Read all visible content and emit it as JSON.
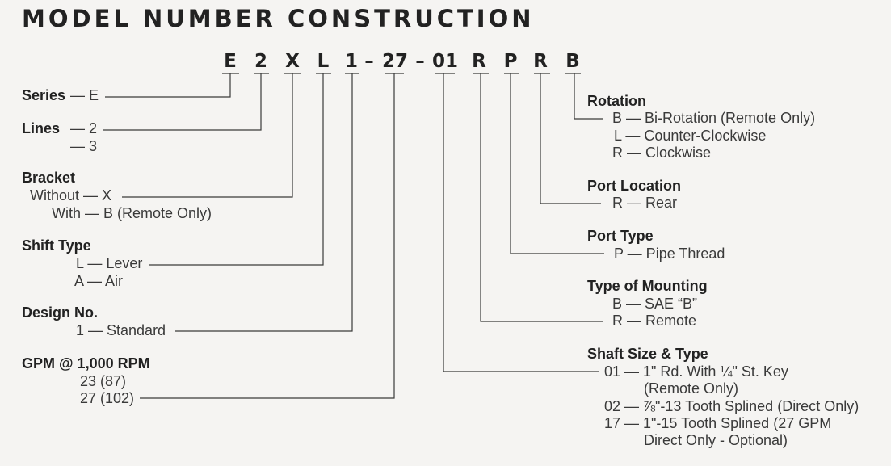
{
  "title": "MODEL NUMBER CONSTRUCTION",
  "codes": [
    "E",
    "2",
    "X",
    "L",
    "1",
    "–",
    "27",
    "–",
    "01",
    "R",
    "P",
    "R",
    "B"
  ],
  "left": {
    "series": {
      "heading": "Series",
      "items": [
        "— E"
      ]
    },
    "lines": {
      "heading": "Lines",
      "items": [
        "— 2",
        "— 3"
      ]
    },
    "bracket": {
      "heading": "Bracket",
      "items": [
        "Without — X",
        "With — B (Remote Only)"
      ]
    },
    "shift_type": {
      "heading": "Shift Type",
      "items": [
        "L — Lever",
        "A — Air"
      ]
    },
    "design_no": {
      "heading": "Design No.",
      "items": [
        "1 — Standard"
      ]
    },
    "gpm": {
      "heading": "GPM @ 1,000 RPM",
      "items": [
        "23 (87)",
        "27 (102)"
      ]
    }
  },
  "right": {
    "rotation": {
      "heading": "Rotation",
      "items": [
        "B — Bi-Rotation (Remote Only)",
        "L — Counter-Clockwise",
        "R — Clockwise"
      ]
    },
    "port_location": {
      "heading": "Port Location",
      "items": [
        "R — Rear"
      ]
    },
    "port_type": {
      "heading": "Port Type",
      "items": [
        "P — Pipe Thread"
      ]
    },
    "type_of_mounting": {
      "heading": "Type of Mounting",
      "items": [
        "B — SAE “B”",
        "R — Remote"
      ]
    },
    "shaft": {
      "heading": "Shaft Size & Type",
      "items": [
        "01 — 1\" Rd. With ¼\" St. Key",
        "(Remote Only)",
        "02 — ⅞\"-13 Tooth Splined (Direct Only)",
        "17 — 1\"-15 Tooth Splined (27 GPM",
        "Direct Only - Optional)"
      ]
    }
  }
}
